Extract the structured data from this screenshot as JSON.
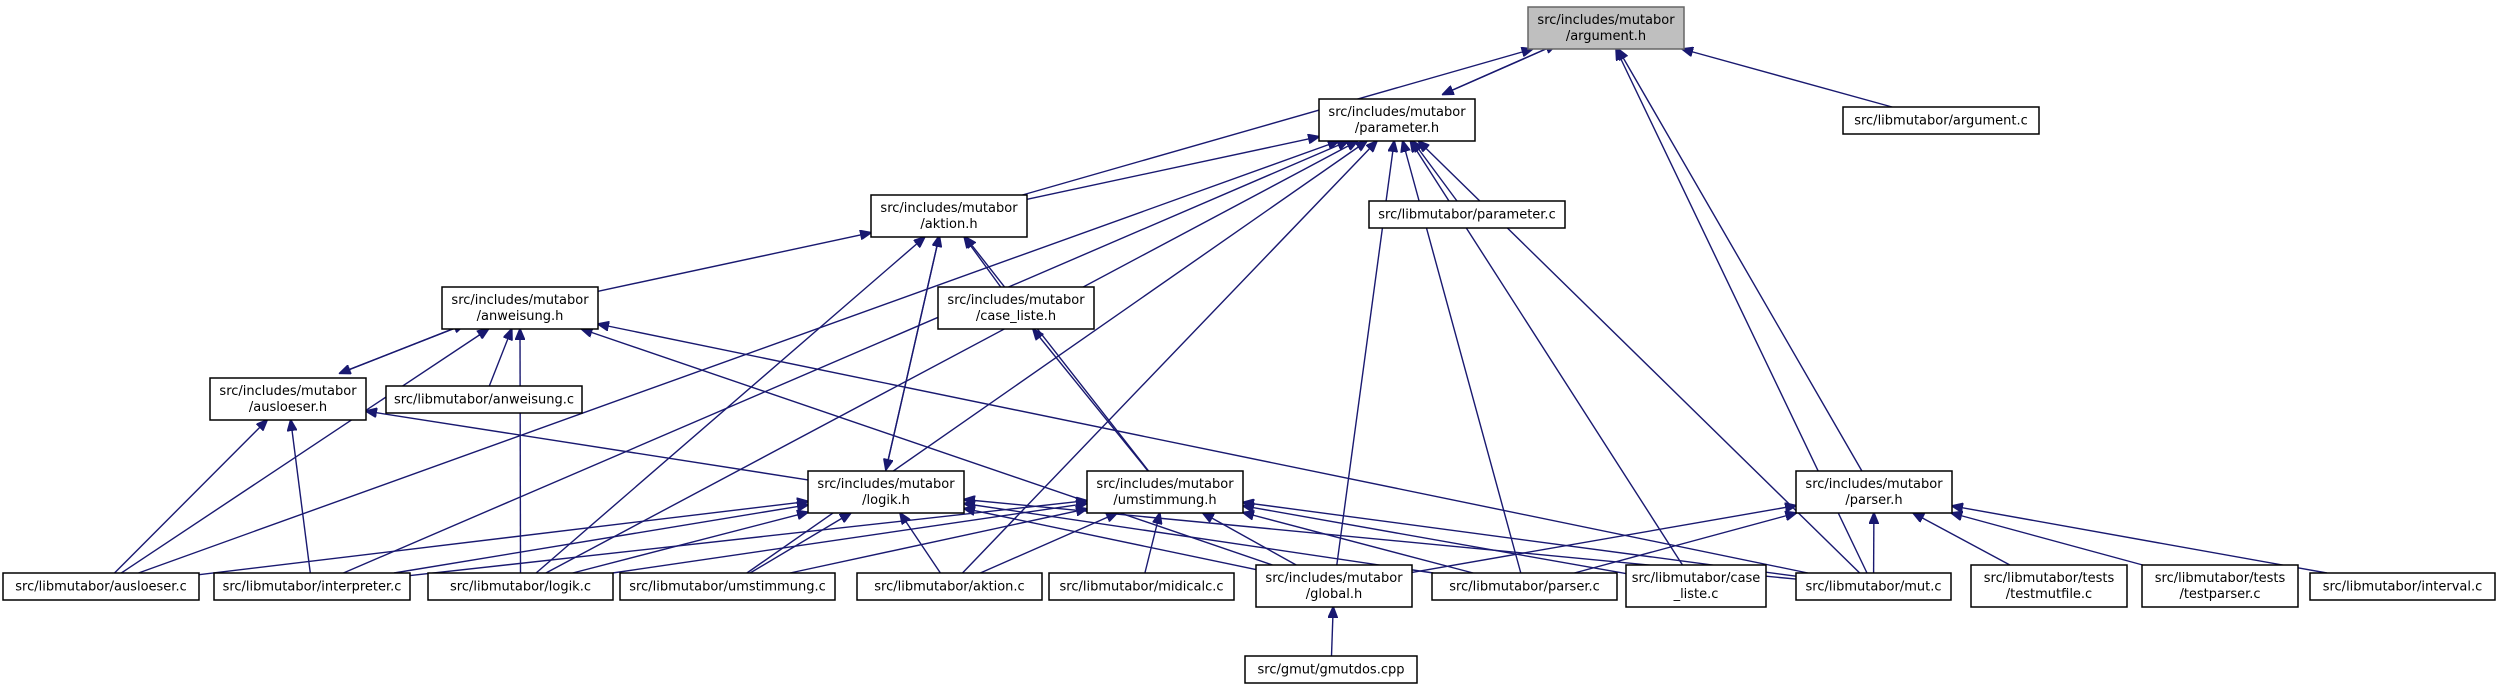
{
  "graph": {
    "highlight": "argument_h",
    "nodes": [
      {
        "id": "argument_h",
        "lines": [
          "src/includes/mutabor",
          "/argument.h"
        ]
      },
      {
        "id": "parameter_h",
        "lines": [
          "src/includes/mutabor",
          "/parameter.h"
        ]
      },
      {
        "id": "argument_c",
        "lines": [
          "src/libmutabor/argument.c"
        ]
      },
      {
        "id": "aktion_h",
        "lines": [
          "src/includes/mutabor",
          "/aktion.h"
        ]
      },
      {
        "id": "parameter_c",
        "lines": [
          "src/libmutabor/parameter.c"
        ]
      },
      {
        "id": "anweisung_h",
        "lines": [
          "src/includes/mutabor",
          "/anweisung.h"
        ]
      },
      {
        "id": "case_liste_h",
        "lines": [
          "src/includes/mutabor",
          "/case_liste.h"
        ]
      },
      {
        "id": "ausloeser_h",
        "lines": [
          "src/includes/mutabor",
          "/ausloeser.h"
        ]
      },
      {
        "id": "anweisung_c",
        "lines": [
          "src/libmutabor/anweisung.c"
        ]
      },
      {
        "id": "logik_h",
        "lines": [
          "src/includes/mutabor",
          "/logik.h"
        ]
      },
      {
        "id": "umstimmung_h",
        "lines": [
          "src/includes/mutabor",
          "/umstimmung.h"
        ]
      },
      {
        "id": "parser_h",
        "lines": [
          "src/includes/mutabor",
          "/parser.h"
        ]
      },
      {
        "id": "ausloeser_c",
        "lines": [
          "src/libmutabor/ausloeser.c"
        ]
      },
      {
        "id": "interpreter_c",
        "lines": [
          "src/libmutabor/interpreter.c"
        ]
      },
      {
        "id": "logik_c",
        "lines": [
          "src/libmutabor/logik.c"
        ]
      },
      {
        "id": "umstimmung_c",
        "lines": [
          "src/libmutabor/umstimmung.c"
        ]
      },
      {
        "id": "aktion_c",
        "lines": [
          "src/libmutabor/aktion.c"
        ]
      },
      {
        "id": "midicalc_c",
        "lines": [
          "src/libmutabor/midicalc.c"
        ]
      },
      {
        "id": "global_h",
        "lines": [
          "src/includes/mutabor",
          "/global.h"
        ]
      },
      {
        "id": "parser_c",
        "lines": [
          "src/libmutabor/parser.c"
        ]
      },
      {
        "id": "case_liste_c",
        "lines": [
          "src/libmutabor/case",
          "_liste.c"
        ]
      },
      {
        "id": "mut_c",
        "lines": [
          "src/libmutabor/mut.c"
        ]
      },
      {
        "id": "testmutfile_c",
        "lines": [
          "src/libmutabor/tests",
          "/testmutfile.c"
        ]
      },
      {
        "id": "testparser_c",
        "lines": [
          "src/libmutabor/tests",
          "/testparser.c"
        ]
      },
      {
        "id": "interval_c",
        "lines": [
          "src/libmutabor/interval.c"
        ]
      },
      {
        "id": "gmutdos_cpp",
        "lines": [
          "src/gmut/gmutdos.cpp"
        ]
      }
    ],
    "edges": [
      {
        "from": "parameter_h",
        "to": "argument_h"
      },
      {
        "from": "argument_h",
        "to": "parameter_h"
      },
      {
        "from": "aktion_h",
        "to": "argument_h"
      },
      {
        "from": "mut_c",
        "to": "argument_h"
      },
      {
        "from": "parser_h",
        "to": "argument_h"
      },
      {
        "from": "argument_c",
        "to": "argument_h"
      },
      {
        "from": "aktion_h",
        "to": "parameter_h"
      },
      {
        "from": "parameter_c",
        "to": "parameter_h"
      },
      {
        "from": "ausloeser_c",
        "to": "parameter_h"
      },
      {
        "from": "interpreter_c",
        "to": "parameter_h"
      },
      {
        "from": "logik_c",
        "to": "parameter_h"
      },
      {
        "from": "umstimmung_c",
        "to": "parameter_h"
      },
      {
        "from": "aktion_c",
        "to": "parameter_h"
      },
      {
        "from": "global_h",
        "to": "parameter_h"
      },
      {
        "from": "parser_c",
        "to": "parameter_h"
      },
      {
        "from": "case_liste_c",
        "to": "parameter_h"
      },
      {
        "from": "mut_c",
        "to": "parameter_h"
      },
      {
        "from": "anweisung_h",
        "to": "aktion_h"
      },
      {
        "from": "case_liste_h",
        "to": "aktion_h"
      },
      {
        "from": "logik_h",
        "to": "aktion_h"
      },
      {
        "from": "umstimmung_h",
        "to": "aktion_h"
      },
      {
        "from": "logik_c",
        "to": "aktion_h"
      },
      {
        "from": "ausloeser_h",
        "to": "anweisung_h"
      },
      {
        "from": "anweisung_h",
        "to": "ausloeser_h"
      },
      {
        "from": "anweisung_c",
        "to": "anweisung_h"
      },
      {
        "from": "ausloeser_c",
        "to": "anweisung_h"
      },
      {
        "from": "logik_c",
        "to": "anweisung_h"
      },
      {
        "from": "global_h",
        "to": "anweisung_h"
      },
      {
        "from": "mut_c",
        "to": "anweisung_h"
      },
      {
        "from": "umstimmung_h",
        "to": "case_liste_h"
      },
      {
        "from": "logik_h",
        "to": "ausloeser_h"
      },
      {
        "from": "ausloeser_c",
        "to": "ausloeser_h"
      },
      {
        "from": "interpreter_c",
        "to": "ausloeser_h"
      },
      {
        "from": "aktion_h",
        "to": "logik_h"
      },
      {
        "from": "ausloeser_c",
        "to": "logik_h"
      },
      {
        "from": "interpreter_c",
        "to": "logik_h"
      },
      {
        "from": "logik_c",
        "to": "logik_h"
      },
      {
        "from": "umstimmung_c",
        "to": "logik_h"
      },
      {
        "from": "aktion_c",
        "to": "logik_h"
      },
      {
        "from": "global_h",
        "to": "logik_h"
      },
      {
        "from": "parser_c",
        "to": "logik_h"
      },
      {
        "from": "mut_c",
        "to": "logik_h"
      },
      {
        "from": "logik_c",
        "to": "umstimmung_h"
      },
      {
        "from": "umstimmung_c",
        "to": "umstimmung_h"
      },
      {
        "from": "aktion_c",
        "to": "umstimmung_h"
      },
      {
        "from": "midicalc_c",
        "to": "umstimmung_h"
      },
      {
        "from": "global_h",
        "to": "umstimmung_h"
      },
      {
        "from": "parser_c",
        "to": "umstimmung_h"
      },
      {
        "from": "case_liste_c",
        "to": "umstimmung_h"
      },
      {
        "from": "mut_c",
        "to": "umstimmung_h"
      },
      {
        "from": "interpreter_c",
        "to": "umstimmung_h"
      },
      {
        "from": "global_h",
        "to": "parser_h"
      },
      {
        "from": "parser_c",
        "to": "parser_h"
      },
      {
        "from": "mut_c",
        "to": "parser_h"
      },
      {
        "from": "testmutfile_c",
        "to": "parser_h"
      },
      {
        "from": "testparser_c",
        "to": "parser_h"
      },
      {
        "from": "interval_c",
        "to": "parser_h"
      },
      {
        "from": "gmutdos_cpp",
        "to": "global_h"
      }
    ]
  }
}
